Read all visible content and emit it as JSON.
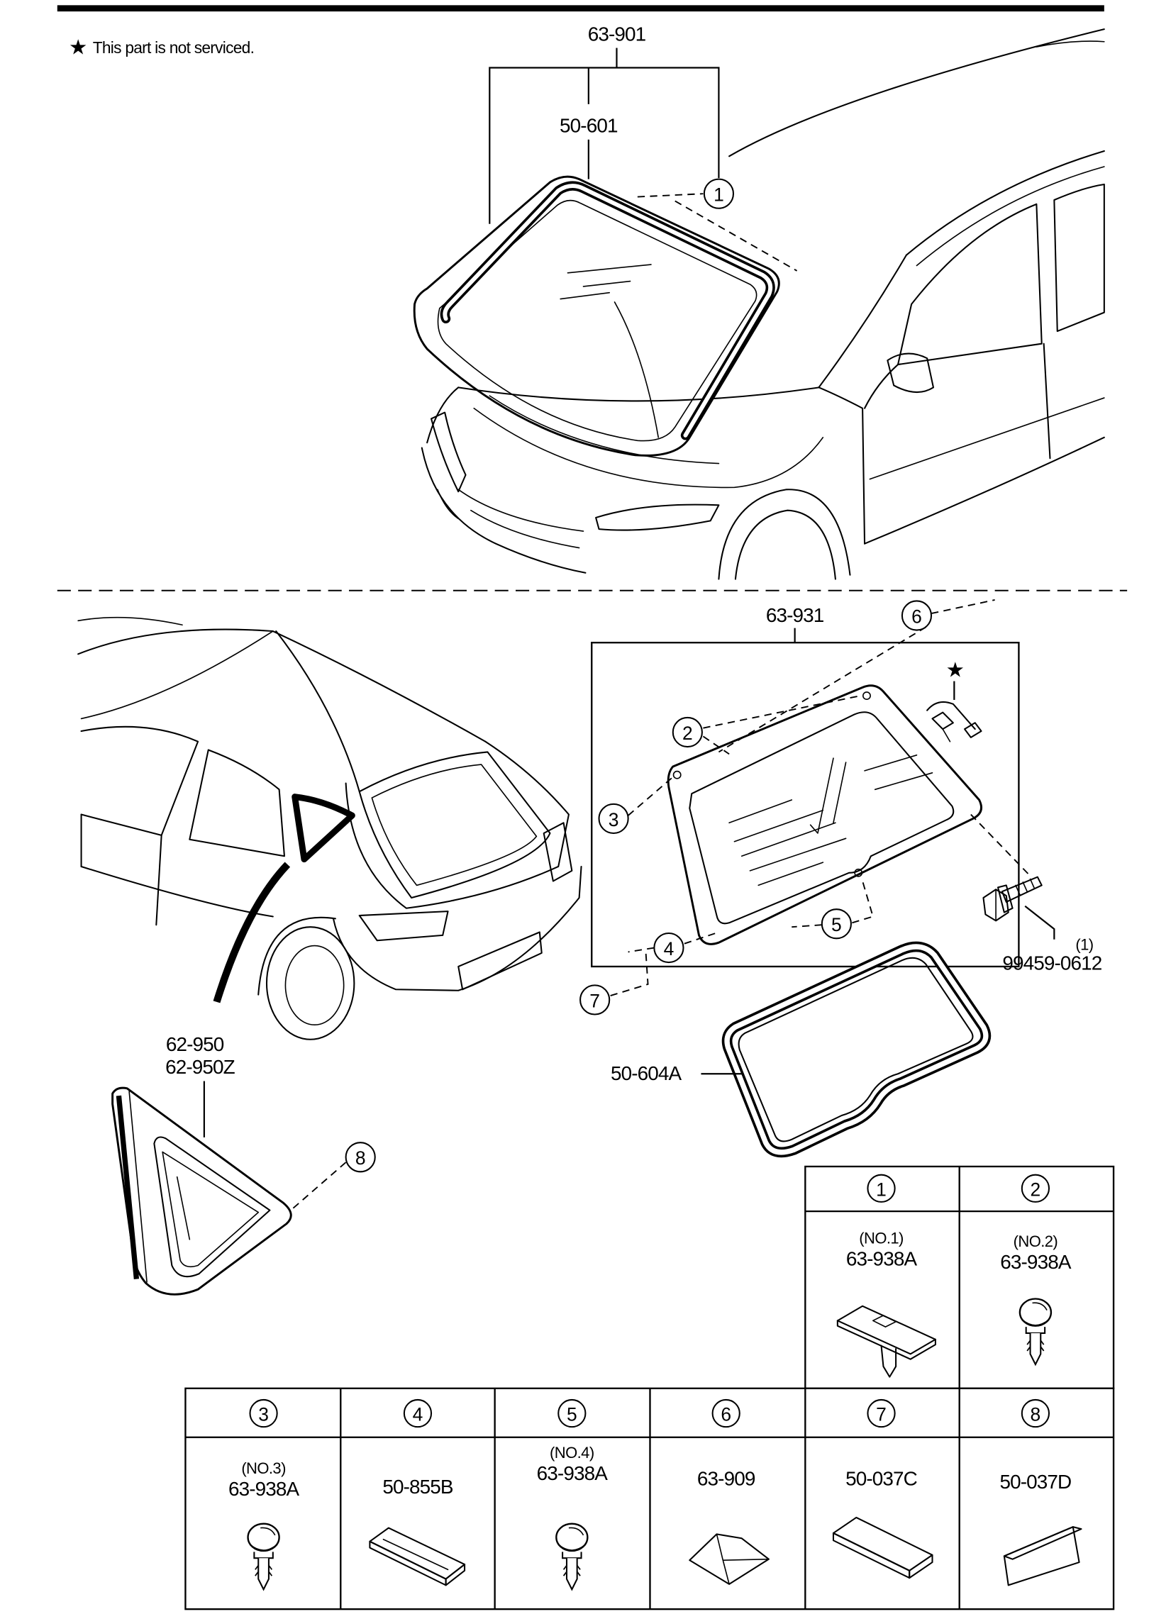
{
  "note": {
    "symbol": "★",
    "text": "This part is not serviced."
  },
  "windshield": {
    "assembly": "63-901",
    "molding": "50-601"
  },
  "liftgate": {
    "glass": "63-931",
    "not_serviced_symbol": "★",
    "bolt_qty": "(1)",
    "bolt": "99459-0612",
    "seal": "50-604A"
  },
  "quarter_window": {
    "glass_a": "62-950",
    "glass_b": "62-950Z"
  },
  "parts_table": [
    {
      "ref": "1",
      "note": "(NO.1)",
      "part": "63-938A",
      "icon": "flat-clip-icon"
    },
    {
      "ref": "2",
      "note": "(NO.2)",
      "part": "63-938A",
      "icon": "push-pin-clip-icon"
    },
    {
      "ref": "3",
      "note": "(NO.3)",
      "part": "63-938A",
      "icon": "push-pin-clip-icon"
    },
    {
      "ref": "4",
      "part": "50-855B",
      "icon": "spacer-pad-icon"
    },
    {
      "ref": "5",
      "note": "(NO.4)",
      "part": "63-938A",
      "icon": "push-pin-clip-icon"
    },
    {
      "ref": "6",
      "part": "63-909",
      "icon": "wedge-block-icon"
    },
    {
      "ref": "7",
      "part": "50-037C",
      "icon": "brush-pad-icon"
    },
    {
      "ref": "8",
      "part": "50-037D",
      "icon": "brush-pad-wedge-icon"
    }
  ]
}
